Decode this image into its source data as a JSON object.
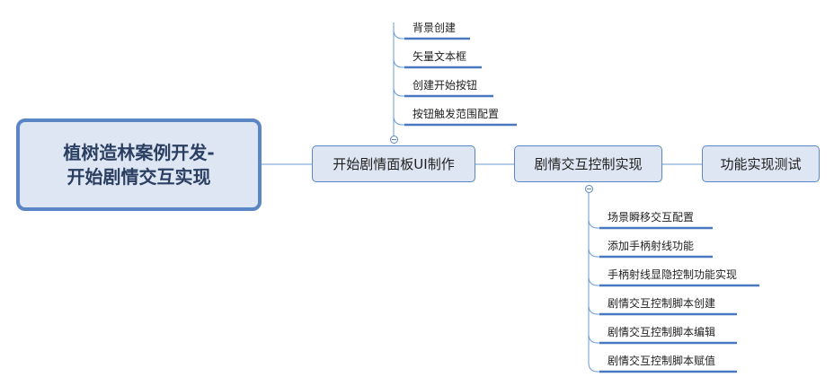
{
  "root": {
    "line1": "植树造林案例开发-",
    "line2": "开始剧情交互实现"
  },
  "main_nodes": [
    {
      "label": "开始剧情面板UI制作"
    },
    {
      "label": "剧情交互控制实现"
    },
    {
      "label": "功能实现测试"
    }
  ],
  "branch_top": {
    "items": [
      "背景创建",
      "矢量文本框",
      "创建开始按钮",
      "按钮触发范围配置"
    ]
  },
  "branch_bottom": {
    "items": [
      "场景瞬移交互配置",
      "添加手柄射线功能",
      "手柄射线显隐控制功能实现",
      "剧情交互控制脚本创建",
      "剧情交互控制脚本编辑",
      "剧情交互控制脚本赋值"
    ]
  },
  "colors": {
    "accent": "#5b86c5",
    "fill": "#dde6f2",
    "line": "#6b9bd2"
  }
}
